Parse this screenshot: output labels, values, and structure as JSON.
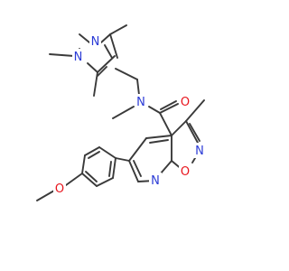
{
  "molecule": {
    "atoms": [
      {
        "id": "n_pz1",
        "label": "N",
        "color": "#2b3bd6"
      },
      {
        "id": "n_pz2",
        "label": "N",
        "color": "#2b3bd6"
      },
      {
        "id": "n_amide",
        "label": "N",
        "color": "#2b3bd6"
      },
      {
        "id": "o_carbonyl",
        "label": "O",
        "color": "#e8141c"
      },
      {
        "id": "n_isox",
        "label": "N",
        "color": "#2b3bd6"
      },
      {
        "id": "n_pyr",
        "label": "N",
        "color": "#2b3bd6"
      },
      {
        "id": "o_isox",
        "label": "O",
        "color": "#e8141c"
      },
      {
        "id": "o_methoxy",
        "label": "O",
        "color": "#e8141c"
      }
    ],
    "bond_color": "#3a3a3a"
  }
}
